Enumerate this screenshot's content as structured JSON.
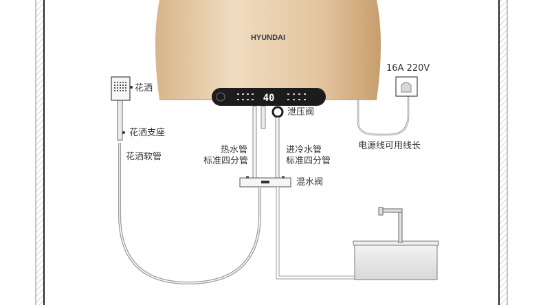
{
  "brand": "HYUNDAI",
  "display": {
    "temperature": "40"
  },
  "labels": {
    "shower_head": "花洒",
    "shower_bracket": "花洒支座",
    "shower_hose": "花洒软管",
    "pressure_valve": "泄压阀",
    "hot_pipe_line1": "热水管",
    "hot_pipe_line2": "标准四分管",
    "cold_pipe_line1": "进冷水管",
    "cold_pipe_line2": "标准四分管",
    "mixing_valve": "混水阀",
    "socket_rating": "16A 220V",
    "power_cord_note": "电源线可用线长"
  },
  "colors": {
    "tank_light": "#eed9bd",
    "tank_dark": "#c79e6c",
    "panel": "#1c1c1c",
    "pipe": "#9a9a9a",
    "wall_hatch": "#b0b0b0",
    "wall_line": "#222222"
  }
}
